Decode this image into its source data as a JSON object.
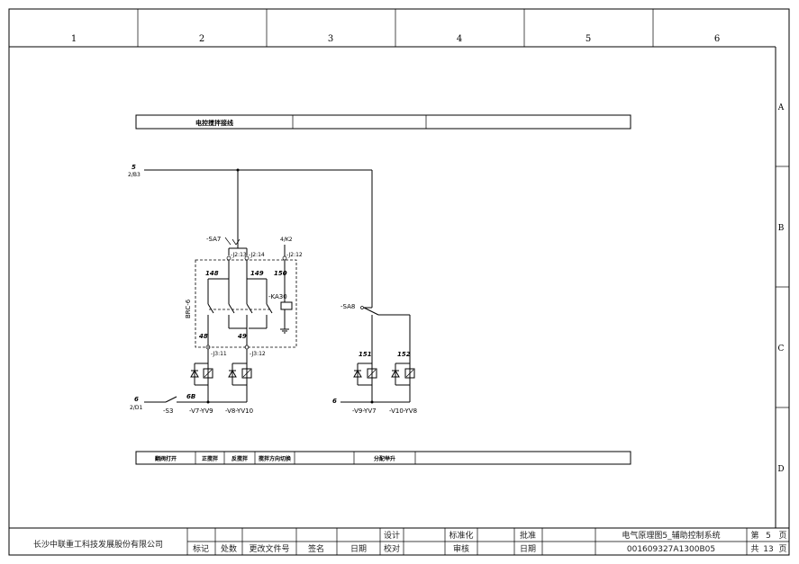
{
  "grid": {
    "columns": [
      "1",
      "2",
      "3",
      "4",
      "5",
      "6"
    ],
    "rows": [
      "A",
      "B",
      "C",
      "D"
    ]
  },
  "top_table": {
    "title": "电控搅拌接线"
  },
  "bottom_table": {
    "cells": [
      "翻阀打开",
      "正搅拌",
      "反搅拌",
      "搅拌方向切换",
      "分配举升"
    ]
  },
  "labels": {
    "ref_5": "5",
    "ref_5_sub": "2/B3",
    "ref_6a": "6",
    "ref_6a_sub": "2/D1",
    "ref_6b": "6",
    "sa7": "-SA7",
    "kx2": "4/K2",
    "t13": "-J2:13",
    "t14": "-J2:14",
    "t12": "-J2:12",
    "w148": "148",
    "w149": "149",
    "w150": "150",
    "ka30": "-KA30",
    "brc6": "BRC-6",
    "w48": "48",
    "w49": "49",
    "t11": "-J3:11",
    "t12b": "-J3:12",
    "sa8": "-SA8",
    "w151": "151",
    "w152": "152",
    "w6b": "6B",
    "s3": "-S3",
    "v7": "-V7-YV9",
    "v8": "-V8-YV10",
    "v9": "-V9-YV7",
    "v10": "-V10-YV8"
  },
  "title_block": {
    "company": "长沙中联重工科技发展股份有限公司",
    "row1": {
      "design": "设计",
      "standard": "标准化",
      "approve": "批准"
    },
    "row2": {
      "mark": "标记",
      "count": "处数",
      "doc": "更改文件号",
      "sign": "签名",
      "date": "日期",
      "check": "校对",
      "review": "审核",
      "date2": "日期"
    },
    "drawing_title": "电气原理图5_辅助控制系统",
    "drawing_number": "001609327A1300B05",
    "sheet_label": "第",
    "sheet_no": "5",
    "sheet_unit": "页",
    "total_label": "共",
    "total_no": "13",
    "total_unit": "页"
  }
}
